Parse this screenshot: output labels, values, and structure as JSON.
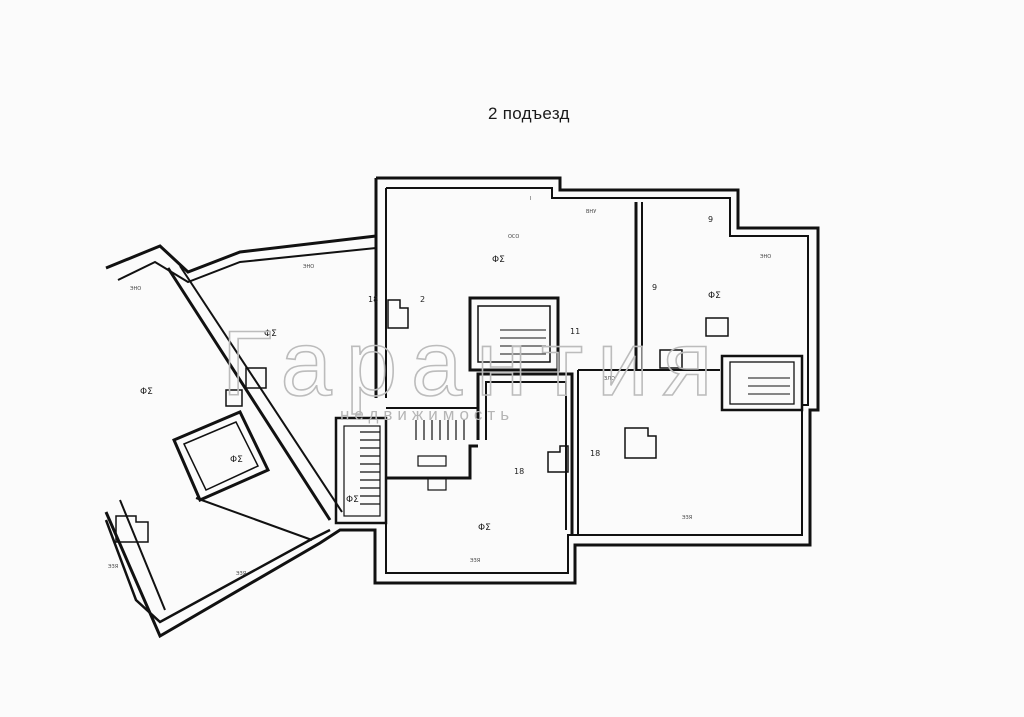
{
  "plan": {
    "title": "2 подъезд"
  },
  "watermark": {
    "brand": "Гарантия",
    "subtitle": "недвижимость"
  },
  "colors": {
    "wall": "#111111",
    "background": "#fbfbfb",
    "watermark": "#bcbcbc"
  }
}
